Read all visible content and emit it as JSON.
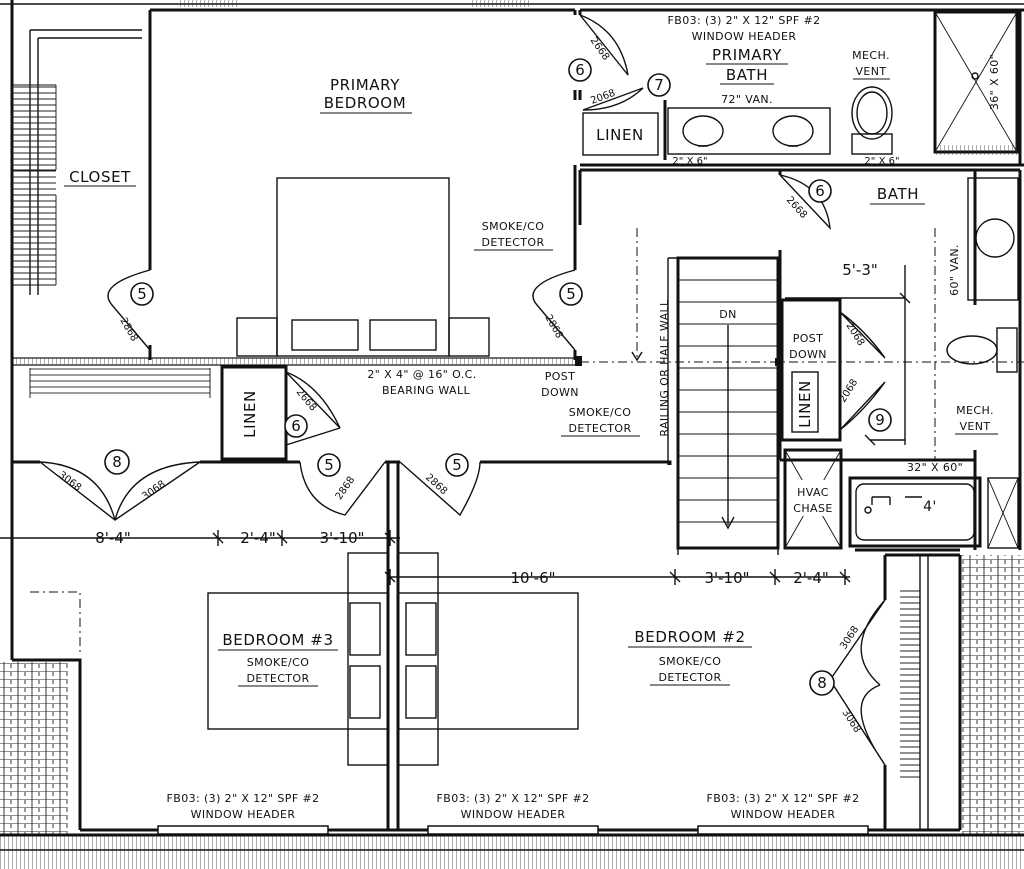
{
  "rooms": {
    "primary_bedroom": [
      "PRIMARY",
      "BEDROOM"
    ],
    "primary_bath": [
      "PRIMARY",
      "BATH"
    ],
    "closet": "CLOSET",
    "bath": "BATH",
    "bedroom3": "BEDROOM #3",
    "bedroom2": "BEDROOM #2"
  },
  "labels": {
    "linen": "LINEN",
    "mech_vent": [
      "MECH.",
      "VENT"
    ],
    "smoke_co": [
      "SMOKE/CO",
      "DETECTOR"
    ],
    "post_down": [
      "POST",
      "DOWN"
    ],
    "bearing_wall": [
      "2\" X 4\" @ 16\" O.C.",
      "BEARING WALL"
    ],
    "railing": "RAILING OR HALF WALL",
    "dn": "DN",
    "hvac": [
      "HVAC",
      "CHASE"
    ],
    "van72": "72\" VAN.",
    "van60": "60\" VAN.",
    "shower": "36\" X 60\"",
    "tub": "32\" X 60\"",
    "tub_len": "4'",
    "stud": "2\" X 6\"",
    "header_top": [
      "FB03: (3) 2\" X 12\" SPF #2",
      "WINDOW HEADER"
    ],
    "header_bottom": [
      "FB03: (3) 2\" X 12\" SPF #2",
      "WINDOW HEADER"
    ]
  },
  "doors": {
    "d2868": "2868",
    "d2668": "2668",
    "d2068": "2068",
    "d3068": "3068"
  },
  "tags": [
    "5",
    "6",
    "7",
    "8",
    "9"
  ],
  "dimensions": {
    "d1": "8'-4\"",
    "d2": "2'-4\"",
    "d3": "3'-10\"",
    "d4": "10'-6\"",
    "d5": "3'-10\"",
    "d6": "2'-4\"",
    "d7": "5'-3\""
  }
}
